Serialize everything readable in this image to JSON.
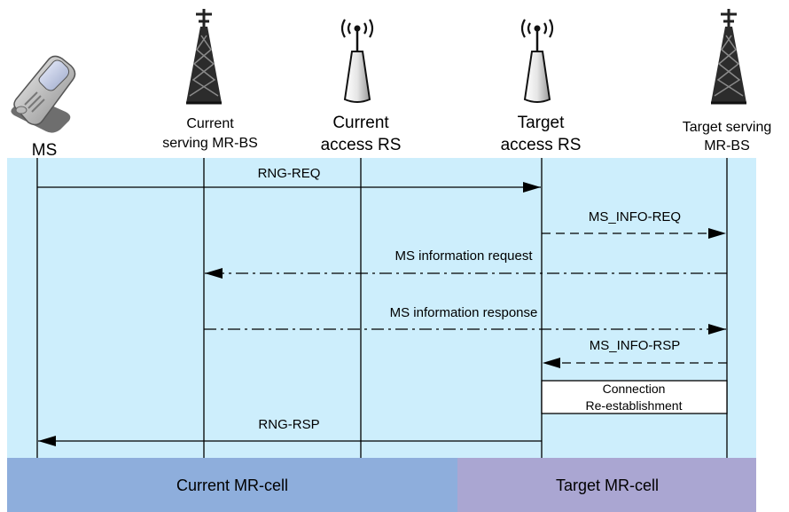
{
  "entities": [
    {
      "id": "ms",
      "lines": [
        "MS"
      ],
      "icon": "mobile-phone-icon"
    },
    {
      "id": "current-mr-bs",
      "lines": [
        "Current",
        "serving MR-BS"
      ],
      "icon": "cell-tower-icon"
    },
    {
      "id": "current-access-rs",
      "lines": [
        "Current",
        "access RS"
      ],
      "icon": "relay-station-icon"
    },
    {
      "id": "target-access-rs",
      "lines": [
        "Target",
        "access RS"
      ],
      "icon": "relay-station-icon"
    },
    {
      "id": "target-mr-bs",
      "lines": [
        "Target serving",
        "MR-BS"
      ],
      "icon": "cell-tower-icon"
    }
  ],
  "messages": [
    {
      "label": "RNG-REQ",
      "from": "ms",
      "to": "target-access-rs",
      "style": "solid"
    },
    {
      "label": "MS_INFO-REQ",
      "from": "target-access-rs",
      "to": "target-mr-bs",
      "style": "dashed"
    },
    {
      "label": "MS information request",
      "from": "target-mr-bs",
      "to": "current-mr-bs",
      "style": "dash-dot"
    },
    {
      "label": "MS information response",
      "from": "current-mr-bs",
      "to": "target-mr-bs",
      "style": "dash-dot"
    },
    {
      "label": "MS_INFO-RSP",
      "from": "target-mr-bs",
      "to": "target-access-rs",
      "style": "dashed"
    },
    {
      "label": "RNG-RSP",
      "from": "target-access-rs",
      "to": "ms",
      "style": "solid"
    }
  ],
  "process_box": {
    "lines": [
      "Connection",
      "Re-establishment"
    ]
  },
  "cells": [
    {
      "label": "Current MR-cell",
      "color": "#8eaedc",
      "text_color": "#000000"
    },
    {
      "label": "Target MR-cell",
      "color": "#aaa6d2",
      "text_color": "#ffffff"
    }
  ],
  "colors": {
    "background_band": "#cdeefc",
    "line": "#000000"
  }
}
